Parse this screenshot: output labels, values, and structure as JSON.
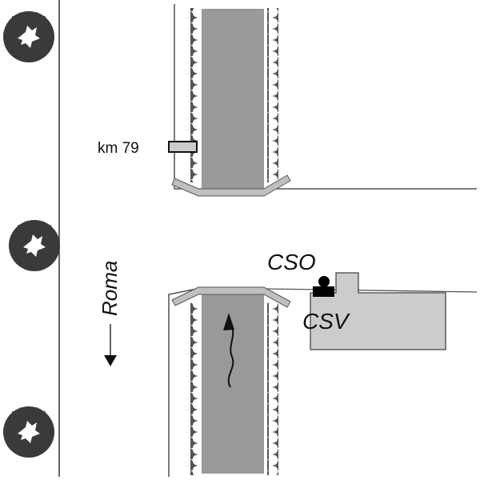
{
  "diagram": {
    "labels": {
      "km_marker": "km 79",
      "direction": "Roma",
      "station_top": "CSO",
      "station_bottom": "CSV"
    },
    "colors": {
      "road_surface": "#999999",
      "barrier": "#bfbfbf",
      "building": "#cccccc",
      "tree": "#3a3a3a",
      "line": "#222222",
      "marker_fill": "#cccccc"
    },
    "icons": {
      "trees": [
        "tree-icon",
        "tree-icon",
        "tree-icon"
      ],
      "direction_arrow": "arrow-down-icon",
      "traffic_flow": "wavy-arrow-up-icon",
      "station_marker": "person-station-icon"
    }
  }
}
